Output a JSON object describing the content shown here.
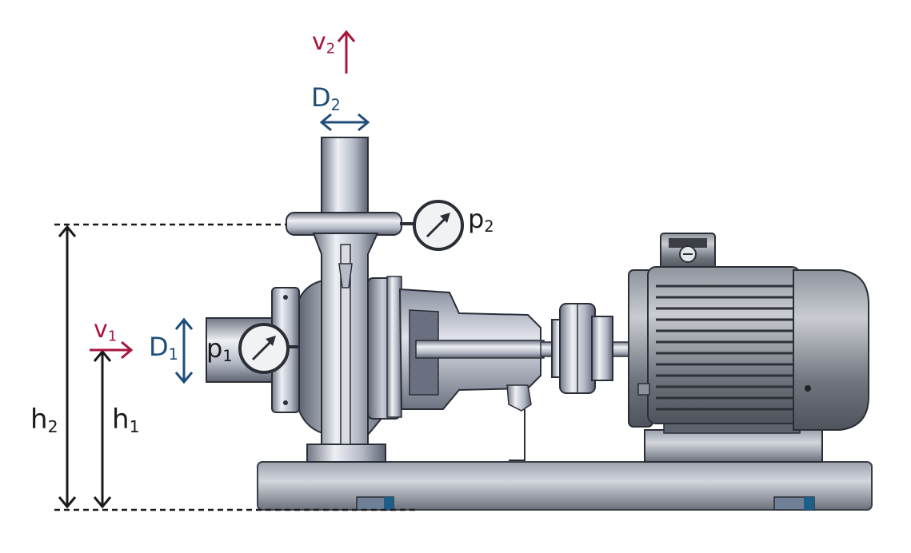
{
  "colors": {
    "velocity": "#a8163e",
    "diameter": "#1f4e79",
    "height": "#1a1a1a",
    "steel": "#9aa0ad",
    "motor": "#6e737c",
    "base": "#878c96",
    "accent": "#1e5f8a"
  },
  "labels": {
    "v2": {
      "base": "v",
      "sub": "2"
    },
    "d2": {
      "base": "D",
      "sub": "2"
    },
    "p2": {
      "base": "p",
      "sub": "2"
    },
    "v1": {
      "base": "v",
      "sub": "1"
    },
    "d1": {
      "base": "D",
      "sub": "1"
    },
    "p1": {
      "base": "p",
      "sub": "1"
    },
    "h2": {
      "base": "h",
      "sub": "2"
    },
    "h1": {
      "base": "h",
      "sub": "1"
    }
  }
}
